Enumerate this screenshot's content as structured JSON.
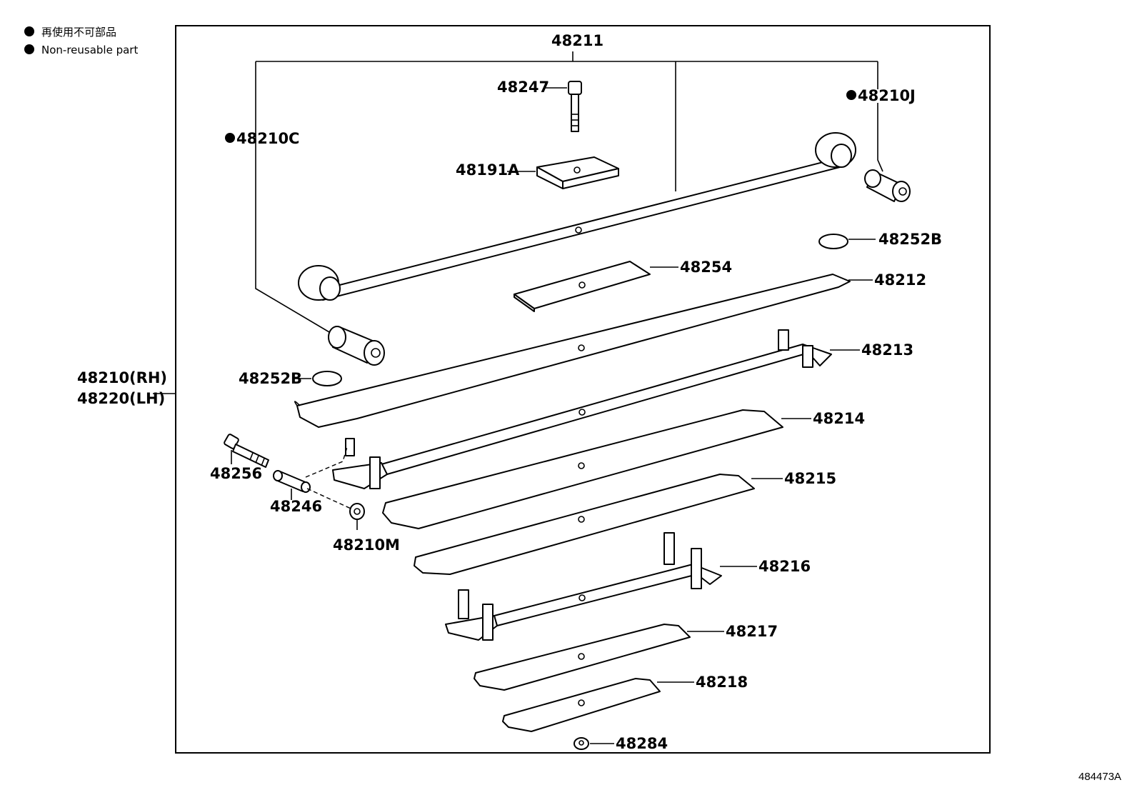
{
  "legend": {
    "line1": "再使用不可部品",
    "line2": "Non-reusable part"
  },
  "figure_id": "484473A",
  "assembly": {
    "label_rh": "48210(RH)",
    "label_lh": "48220(LH)"
  },
  "parts": {
    "p48211": "48211",
    "p48247": "48247",
    "p48191A": "48191A",
    "p48210C": "48210C",
    "p48210J": "48210J",
    "p48252B_top": "48252B",
    "p48254": "48254",
    "p48212": "48212",
    "p48213": "48213",
    "p48252B_left": "48252B",
    "p48214": "48214",
    "p48256": "48256",
    "p48215": "48215",
    "p48246": "48246",
    "p48210M": "48210M",
    "p48216": "48216",
    "p48217": "48217",
    "p48218": "48218",
    "p48284": "48284"
  }
}
